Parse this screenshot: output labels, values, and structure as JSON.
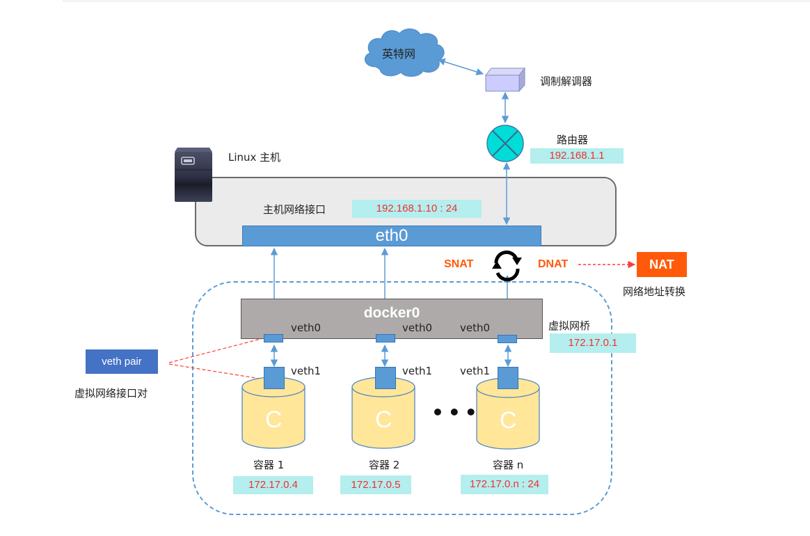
{
  "internet": {
    "label": "英特网"
  },
  "modem": {
    "label": "调制解调器"
  },
  "router": {
    "label": "路由器",
    "ip": "192.168.1.1"
  },
  "host": {
    "label": "Linux 主机",
    "nic_label": "主机网络接口",
    "nic_ip": "192.168.1.10 : 24",
    "eth0_label": "eth0"
  },
  "nat": {
    "snat_label": "SNAT",
    "dnat_label": "DNAT",
    "box_label": "NAT",
    "caption": "网络地址转换"
  },
  "bridge": {
    "name": "docker0",
    "caption": "虚拟网桥",
    "ip": "172.17.0.1"
  },
  "veth_pair": {
    "box_label": "veth pair",
    "caption": "虚拟网络接口对"
  },
  "containers": [
    {
      "label": "容器 1",
      "ip": "172.17.0.4",
      "glyph": "C",
      "veth0": "veth0",
      "veth1": "veth1"
    },
    {
      "label": "容器 2",
      "ip": "172.17.0.5",
      "glyph": "C",
      "veth0": "veth0",
      "veth1": "veth1"
    },
    {
      "label": "容器 n",
      "ip": "172.17.0.n : 24",
      "glyph": "C",
      "veth0": "veth0",
      "veth1": "veth1"
    }
  ],
  "ellipsis": "•••",
  "icons": {
    "internet": "cloud-icon",
    "modem": "modem-icon",
    "router": "router-icon",
    "host": "server-icon",
    "nat_cycle": "sync-icon"
  },
  "colors": {
    "link": "#5b9bd5",
    "ip_bg": "#b4eeee",
    "ip_text": "#f0302e",
    "nat": "#ff5a0a",
    "container": "#ffe699",
    "bridge": "#aeaaaa",
    "veth_pair": "#4472c4"
  }
}
